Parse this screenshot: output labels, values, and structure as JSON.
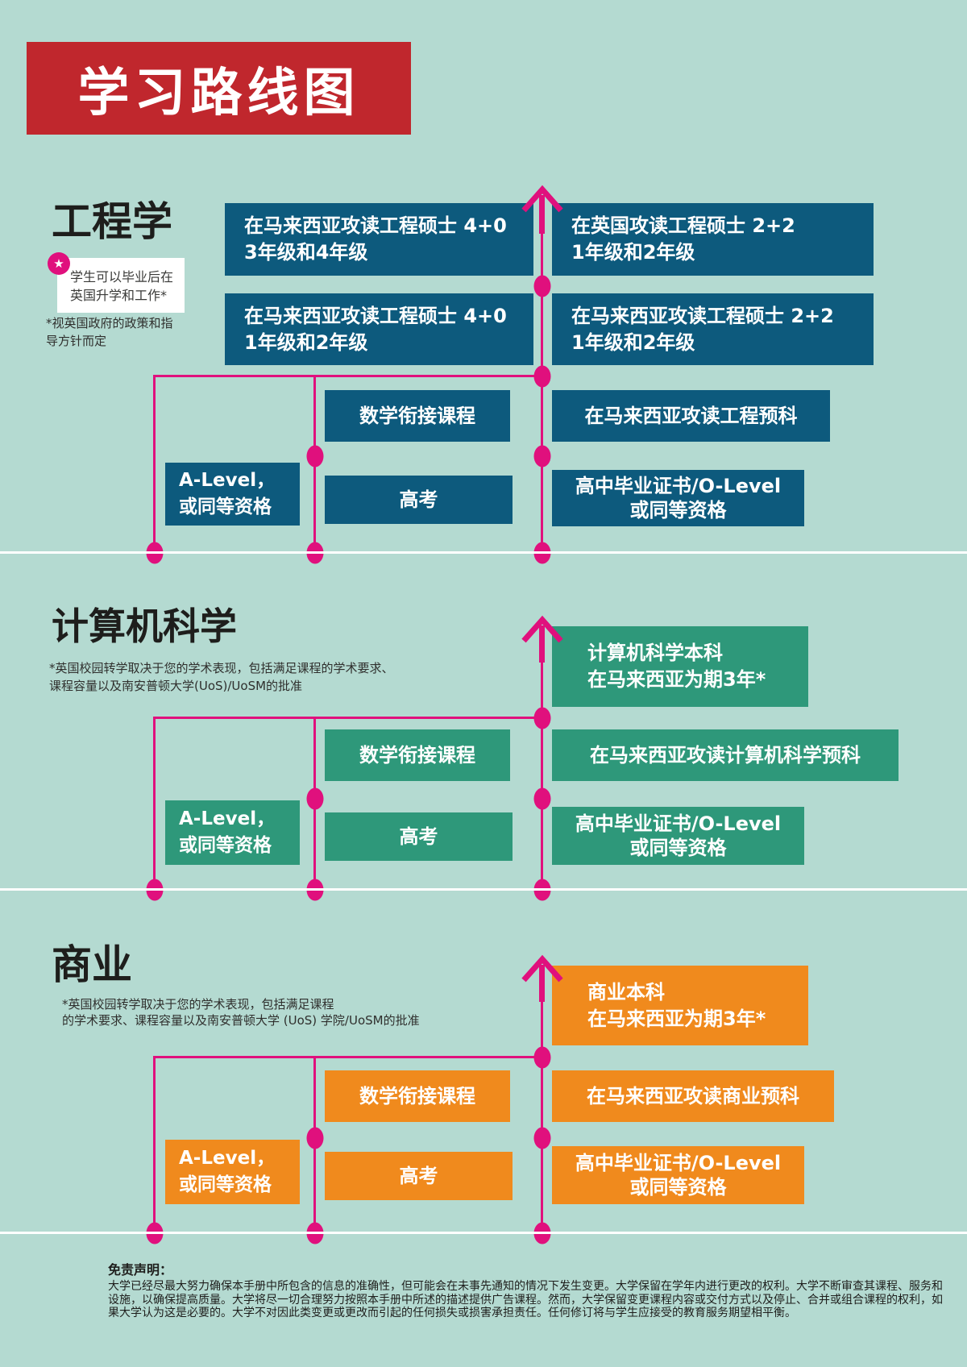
{
  "colors": {
    "background": "#b4dad1",
    "header_red": "#c0272d",
    "engineering_blue": "#0d5a7d",
    "cs_green": "#2e987a",
    "business_orange": "#f08a1d",
    "connector_pink": "#e0107d",
    "divider_white": "#ffffff",
    "title_text": "#1e1e1c"
  },
  "icons": {
    "star": "★",
    "up_arrow": "up-arrow"
  },
  "header": {
    "title": "学习路线图"
  },
  "sections": {
    "engineering": {
      "title": "工程学",
      "badge_note": "学生可以毕业后在\n英国升学和工作*",
      "footnote": "*视英国政府的政策和指\n 导方针而定",
      "boxes": {
        "masters_malaysia_40_y34": "在马来西亚攻读工程硕士 4+0\n3年级和4年级",
        "masters_uk_22_y12": "在英国攻读工程硕士 2+2\n1年级和2年级",
        "masters_malaysia_40_y12": "在马来西亚攻读工程硕士 4+0\n1年级和2年级",
        "masters_malaysia_22_y12": "在马来西亚攻读工程硕士 2+2\n1年级和2年级",
        "math_bridge": "数学衔接课程",
        "foundation": "在马来西亚攻读工程预科",
        "a_level": "A-Level，\n或同等资格",
        "gaokao": "高考",
        "high_school": "高中毕业证书/O-Level\n或同等资格"
      }
    },
    "computer_science": {
      "title": "计算机科学",
      "footnote": "*英国校园转学取决于您的学术表现，包括满足课程的学术要求、\n 课程容量以及南安普顿大学(UoS)/UoSM的批准",
      "boxes": {
        "degree": "计算机科学本科\n在马来西亚为期3年*",
        "math_bridge": "数学衔接课程",
        "foundation": "在马来西亚攻读计算机科学预科",
        "a_level": "A-Level，\n或同等资格",
        "gaokao": "高考",
        "high_school": "高中毕业证书/O-Level\n或同等资格"
      }
    },
    "business": {
      "title": "商业",
      "footnote": "*英国校园转学取决于您的学术表现，包括满足课程\n 的学术要求、课程容量以及南安普顿大学 (UoS) 学院/UoSM的批准",
      "boxes": {
        "degree": "商业本科\n在马来西亚为期3年*",
        "math_bridge": "数学衔接课程",
        "foundation": "在马来西亚攻读商业预科",
        "a_level": "A-Level，\n或同等资格",
        "gaokao": "高考",
        "high_school": "高中毕业证书/O-Level\n或同等资格"
      }
    }
  },
  "disclaimer": {
    "title": "免责声明：",
    "body": "大学已经尽最大努力确保本手册中所包含的信息的准确性，但可能会在未事先通知的情况下发生变更。大学保留在学年内进行更改的权利。大学不断审查其课程、服务和设施，以确保提高质量。大学将尽一切合理努力按照本手册中所述的描述提供广告课程。然而，大学保留变更课程内容或交付方式以及停止、合并或组合课程的权利，如果大学认为这是必要的。大学不对因此类变更或更改而引起的任何损失或损害承担责任。任何修订将与学生应接受的教育服务期望相平衡。"
  }
}
